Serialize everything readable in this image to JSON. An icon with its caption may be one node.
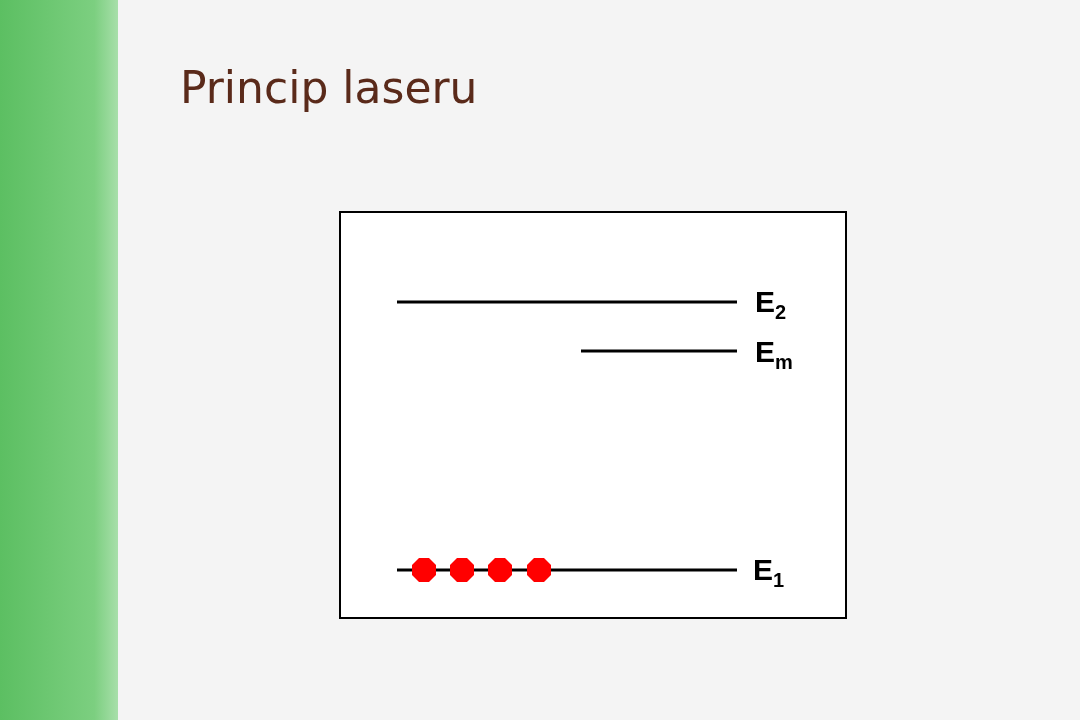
{
  "diagram": {
    "title": "Princip laseru",
    "labels": [
      "E$_{2}$",
      "E$_{m}$",
      "E$_{1}$"
    ]
  }
}
